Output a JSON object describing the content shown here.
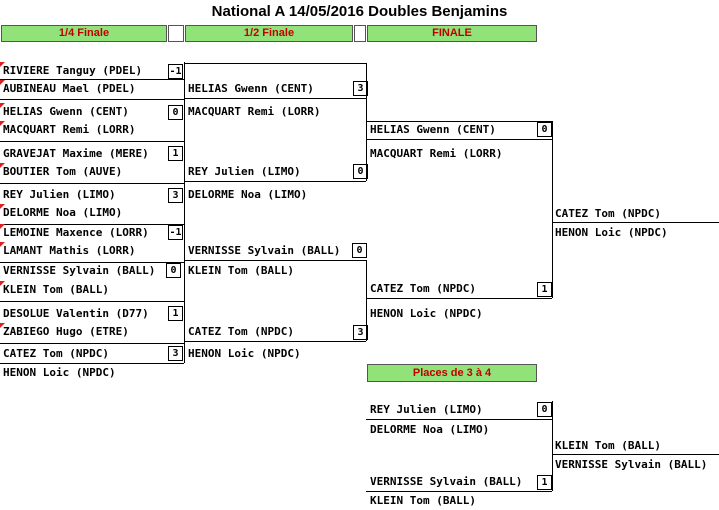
{
  "title": "National A 14/05/2016 Doubles Benjamins",
  "headers": {
    "quarter": "1/4 Finale",
    "semi": "1/2 Finale",
    "final": "FINALE",
    "third": "Places de 3 à 4"
  },
  "quarter_finals": [
    {
      "p1": "RIVIERE Tanguy (PDEL)",
      "p2": "AUBINEAU Mael (PDEL)",
      "score": "-1"
    },
    {
      "p1": "HELIAS Gwenn (CENT)",
      "p2": "MACQUART Remi (LORR)",
      "score": "0"
    },
    {
      "p1": "GRAVEJAT Maxime (MERE)",
      "p2": "BOUTIER Tom (AUVE)",
      "score": "1"
    },
    {
      "p1": "REY Julien (LIMO)",
      "p2": "DELORME Noa (LIMO)",
      "score": "3"
    },
    {
      "p1": "LEMOINE Maxence (LORR)",
      "p2": "LAMANT Mathis (LORR)",
      "score": "-1"
    },
    {
      "p1": "VERNISSE Sylvain (BALL)",
      "p2": "KLEIN Tom (BALL)",
      "score": "0"
    },
    {
      "p1": "DESOLUE Valentin (D77)",
      "p2": "ZABIEGO Hugo (ETRE)",
      "score": "1"
    },
    {
      "p1": "CATEZ Tom (NPDC)",
      "p2": "HENON Loic (NPDC)",
      "score": "3"
    }
  ],
  "semi_finals": [
    {
      "p1": "HELIAS Gwenn (CENT)",
      "p2": "MACQUART Remi (LORR)",
      "score": "3"
    },
    {
      "p1": "REY Julien (LIMO)",
      "p2": "DELORME Noa (LIMO)",
      "score": "0"
    },
    {
      "p1": "VERNISSE Sylvain (BALL)",
      "p2": "KLEIN Tom (BALL)",
      "score": "0"
    },
    {
      "p1": "CATEZ Tom (NPDC)",
      "p2": "HENON Loic (NPDC)",
      "score": "3"
    }
  ],
  "final": [
    {
      "p1": "HELIAS Gwenn (CENT)",
      "p2": "MACQUART Remi (LORR)",
      "score": "0"
    },
    {
      "p1": "CATEZ Tom (NPDC)",
      "p2": "HENON Loic (NPDC)",
      "score": "1"
    }
  ],
  "winner": {
    "p1": "CATEZ Tom (NPDC)",
    "p2": "HENON Loic (NPDC)"
  },
  "third_place": [
    {
      "p1": "REY Julien (LIMO)",
      "p2": "DELORME Noa (LIMO)",
      "score": "0"
    },
    {
      "p1": "VERNISSE Sylvain (BALL)",
      "p2": "KLEIN Tom (BALL)",
      "score": "1"
    }
  ],
  "third_winner": {
    "p1": "KLEIN Tom (BALL)",
    "p2": "VERNISSE Sylvain (BALL)"
  },
  "colors": {
    "header_bg": "#92e27a",
    "header_text": "#c00000",
    "marker": "#e02020"
  }
}
